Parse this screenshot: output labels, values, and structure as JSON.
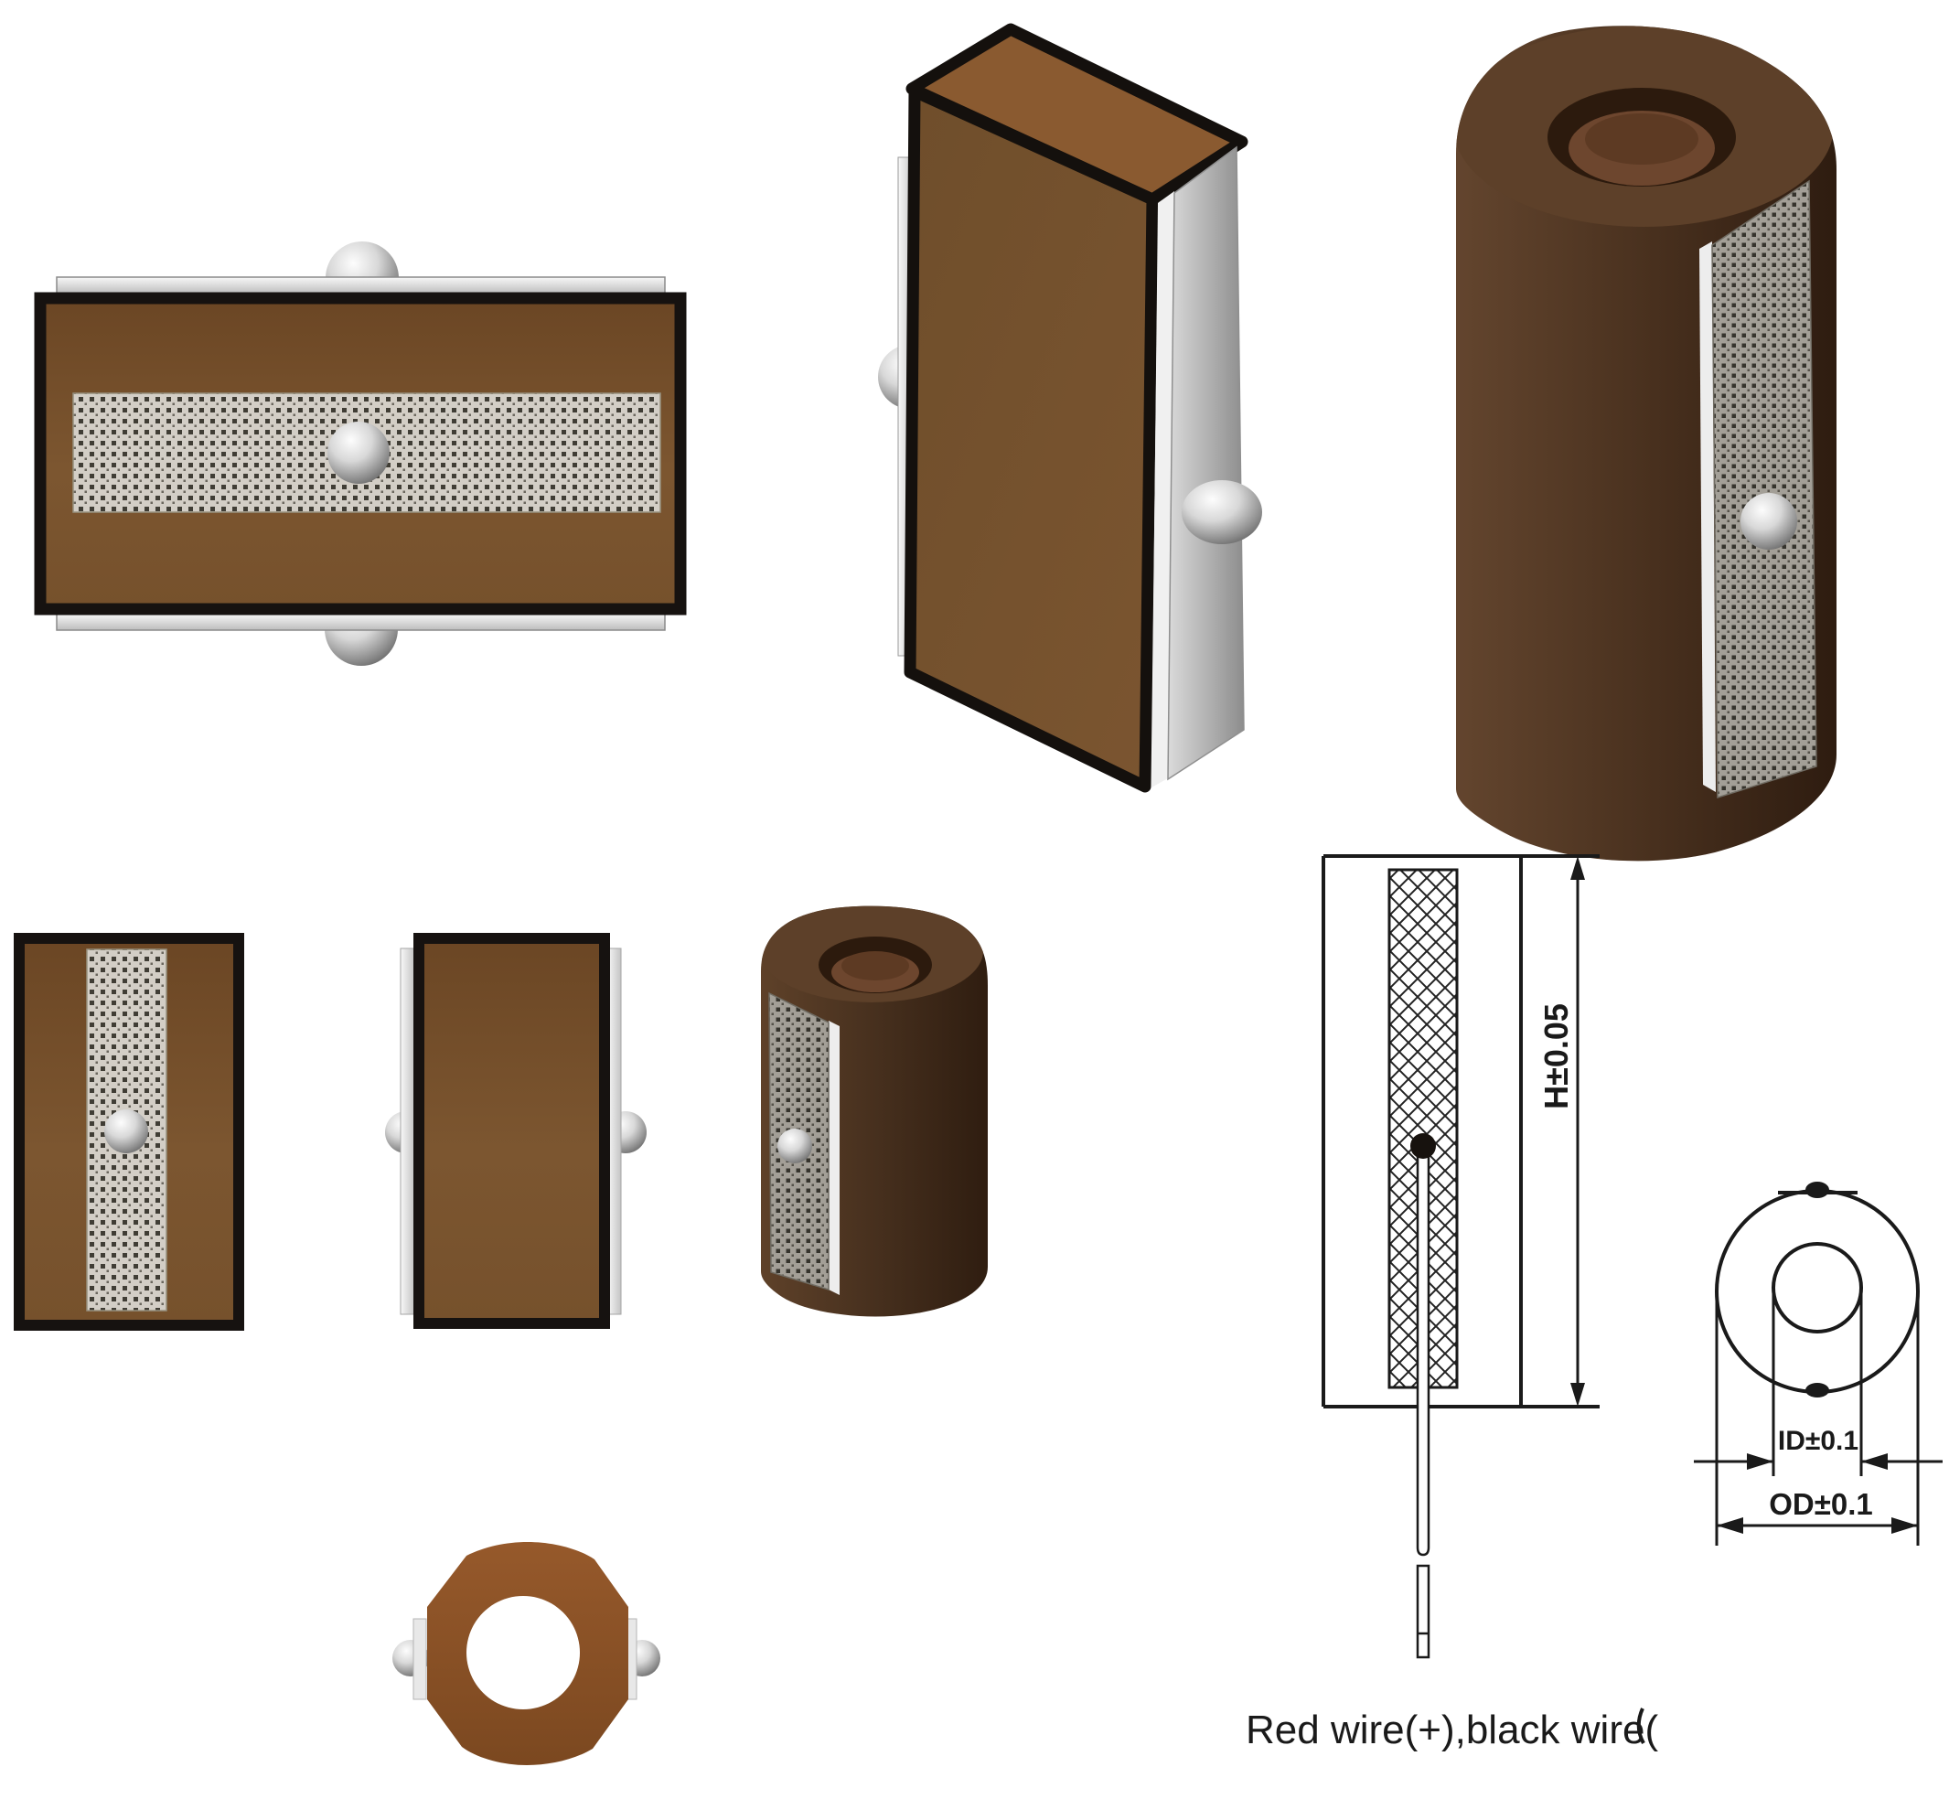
{
  "labels": {
    "height_tolerance": "H±0.05",
    "inner_diameter_tolerance": "ID±0.1",
    "outer_diameter_tolerance": "OD±0.1",
    "wire_note": "Red wire(+),black wire("
  },
  "colors": {
    "background": "#ffffff",
    "plate_brown_dark": "#6b4624",
    "plate_brown": "#7c5630",
    "box_top_face": "#8a5a30",
    "cylinder_dark_brown": "#4c3320",
    "cylinder_edge_dark": "#2e1c10",
    "cylinder_top_face": "#5d4029",
    "hole_shadow": "#2c1a0d",
    "hole_inner_lit": "#6d462e",
    "ring_brown": "#96592b",
    "ring_brown_dark": "#7b4820",
    "mesh_light": "#d3cec6",
    "mesh_dot": "#403d35",
    "mesh_gray": "#a39f97",
    "metal_sphere_highlight": "#fdfdfd",
    "metal_sphere_shadow": "#6e6e6e",
    "silver_strip": "#e9e9e9",
    "gray_panel_light": "#dadada",
    "gray_panel_dark": "#8d8d8d",
    "drawing_line": "#1a1a1a"
  },
  "objects": [
    "top-view-plate-with-mesh",
    "perspective-plate-3d",
    "large-cylinder-with-hole",
    "front-view-plate-with-mesh",
    "side-view-plate",
    "small-cylinder-with-hole",
    "ring-top-view",
    "height-dimension-drawing",
    "diameter-dimension-drawing"
  ]
}
